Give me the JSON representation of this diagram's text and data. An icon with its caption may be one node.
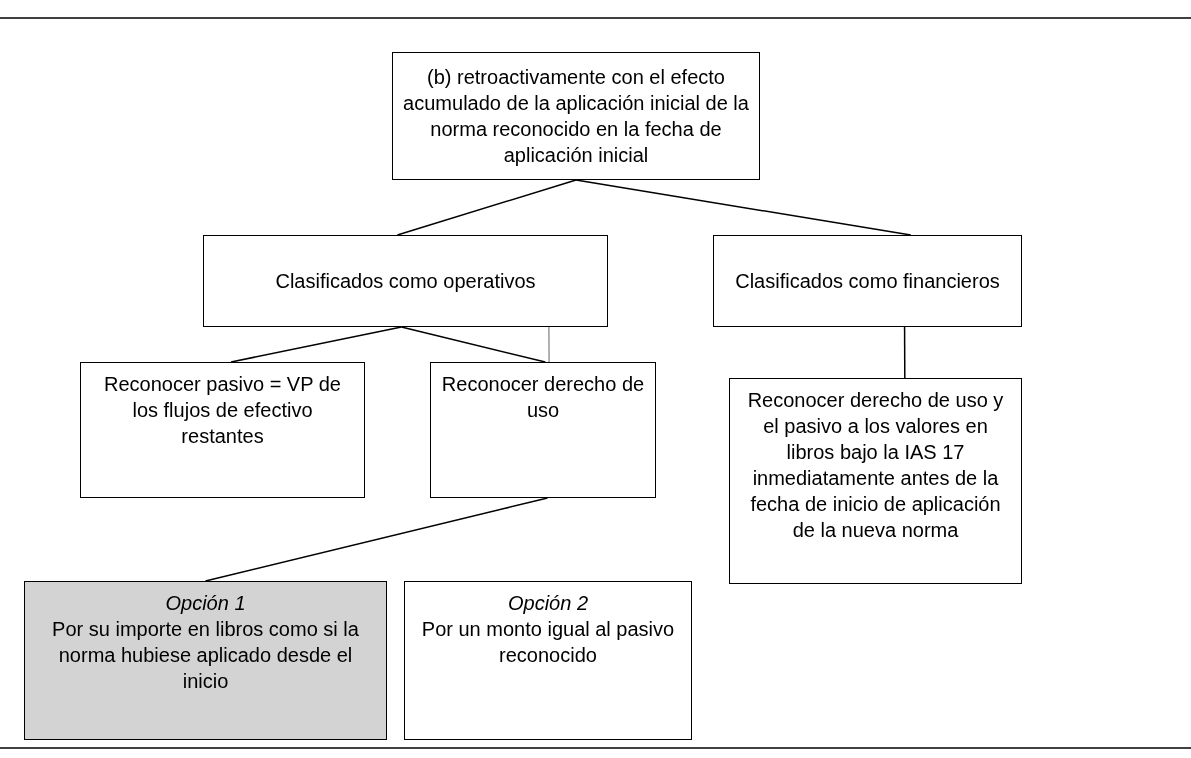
{
  "diagram": {
    "nodes": [
      {
        "text": [
          "(b) retroactivamente con el efecto acumulado de la aplicación inicial de la norma reconocido en la fecha de aplicación inicial"
        ]
      },
      {
        "text": [
          "Clasificados como operativos"
        ]
      },
      {
        "text": [
          "Clasificados como financieros"
        ]
      },
      {
        "text": [
          "Reconocer pasivo = VP de los flujos de efectivo restantes"
        ]
      },
      {
        "text": [
          "Reconocer derecho de uso"
        ]
      },
      {
        "text": [
          "Reconocer derecho de uso y el pasivo a los valores en libros bajo la IAS 17 inmediatamente antes de la fecha de inicio de aplicación de la nueva norma"
        ]
      },
      {
        "text": [
          "Opción 1",
          "Por su importe en libros como si la norma hubiese aplicado desde el inicio"
        ]
      },
      {
        "text": [
          "Opción 2",
          "Por un monto igual al pasivo reconocido"
        ]
      }
    ],
    "edges": [
      {
        "from": 0,
        "to": 1,
        "arrow": "none"
      },
      {
        "from": 0,
        "to": 2,
        "arrow": "none"
      },
      {
        "from": 1,
        "to": 3,
        "arrow": "none"
      },
      {
        "from": 1,
        "to": 4,
        "arrow": "none"
      },
      {
        "from": 1,
        "to": 4,
        "arrow": "none",
        "color": "#999999"
      },
      {
        "from": 2,
        "to": 5,
        "arrow": "none"
      },
      {
        "from": 4,
        "to": 6,
        "arrow": "none"
      }
    ]
  }
}
